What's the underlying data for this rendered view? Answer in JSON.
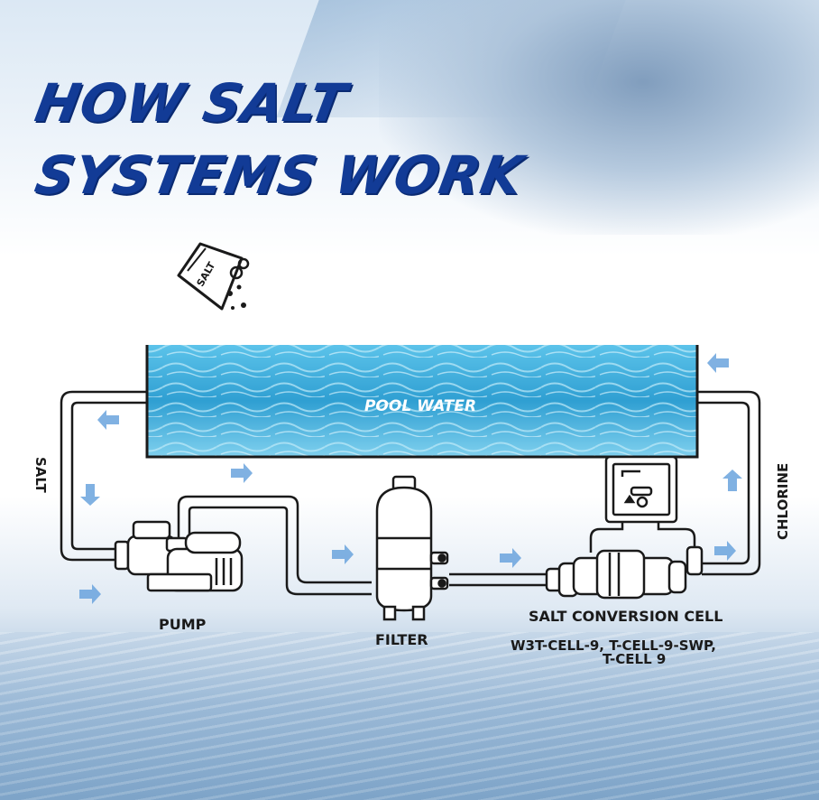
{
  "title": {
    "line1": "HOW SALT",
    "line2": "SYSTEMS WORK"
  },
  "diagram": {
    "salt_bag_label": "SALT",
    "pool_label": "POOL  WATER",
    "left_side_label": "SALT",
    "right_side_label": "CHLORINE",
    "pump_label": "PUMP",
    "filter_label": "FILTER",
    "cell_label": "SALT CONVERSION CELL",
    "models_line1": "W3T-CELL-9, T-CELL-9-SWP,",
    "models_line2": "T-CELL 9"
  },
  "colors": {
    "title": "#123b96",
    "arrow": "#6aa3dd",
    "water": "#3aa6d6",
    "outline": "#1a1a1a"
  },
  "icons": [
    "salt-bag-icon",
    "pool-water",
    "pump-icon",
    "filter-icon",
    "chlorinator-controller-icon",
    "salt-cell-icon",
    "flow-arrow-icon"
  ]
}
